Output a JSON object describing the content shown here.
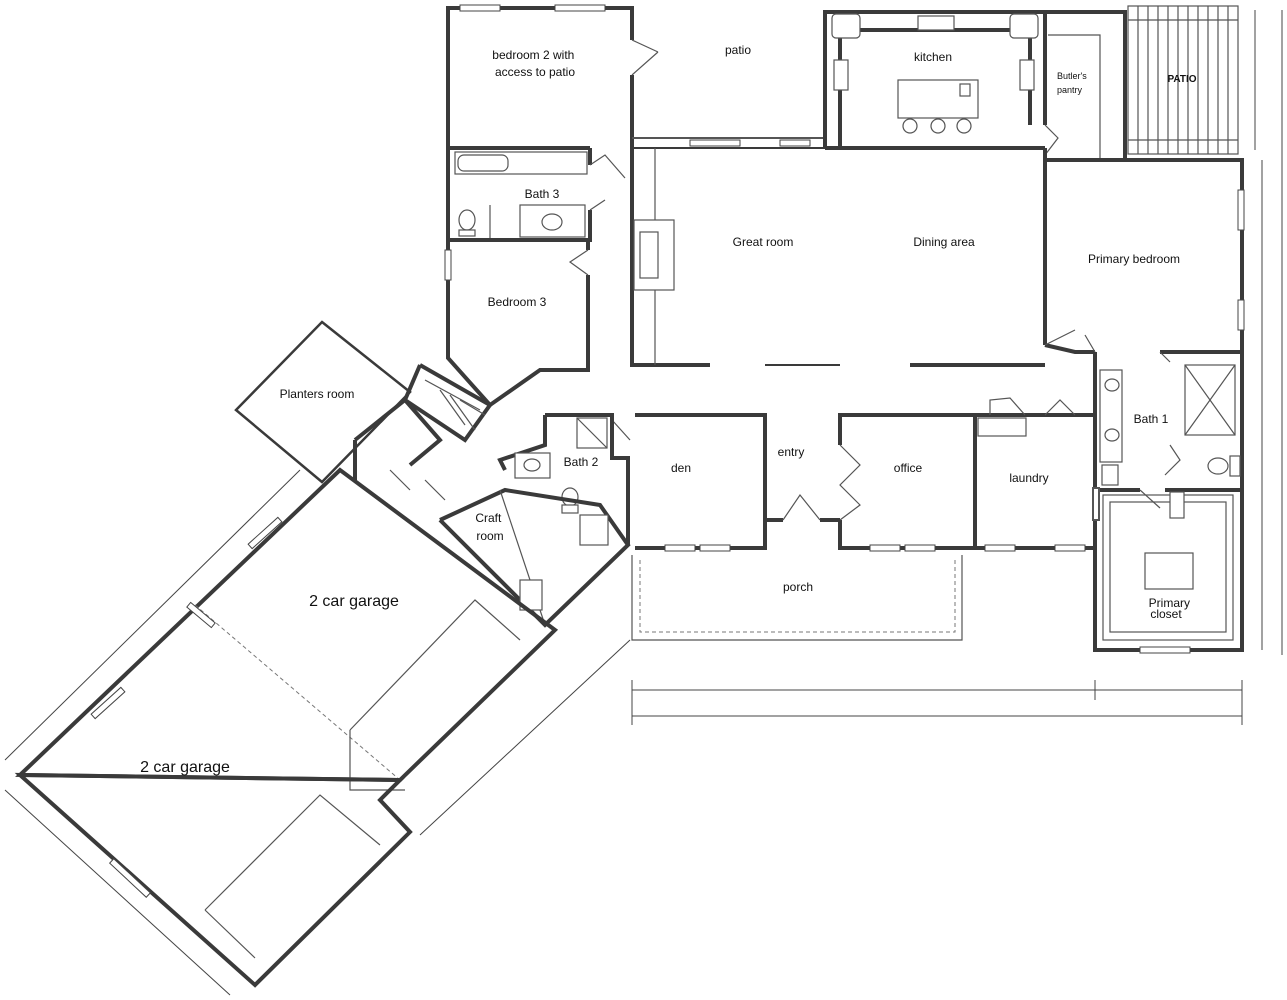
{
  "rooms": {
    "bedroom2": [
      "bedroom 2 with",
      "access to patio"
    ],
    "patio": "patio",
    "kitchen": "kitchen",
    "butlers_pantry": [
      "Butler's",
      "pantry"
    ],
    "patio_pergola": "PATIO",
    "bath3": "Bath 3",
    "great_room": "Great room",
    "dining_area": "Dining area",
    "primary_bedroom": "Primary bedroom",
    "bedroom3": "Bedroom 3",
    "planters_room": "Planters room",
    "bath2": "Bath 2",
    "den": "den",
    "entry": "entry",
    "office": "office",
    "laundry": "laundry",
    "bath1": "Bath 1",
    "craft_room": [
      "Craft",
      "room"
    ],
    "garage_upper": "2 car garage",
    "garage_lower": "2 car garage",
    "porch": "porch",
    "primary_closet": [
      "Primary",
      "closet"
    ]
  }
}
